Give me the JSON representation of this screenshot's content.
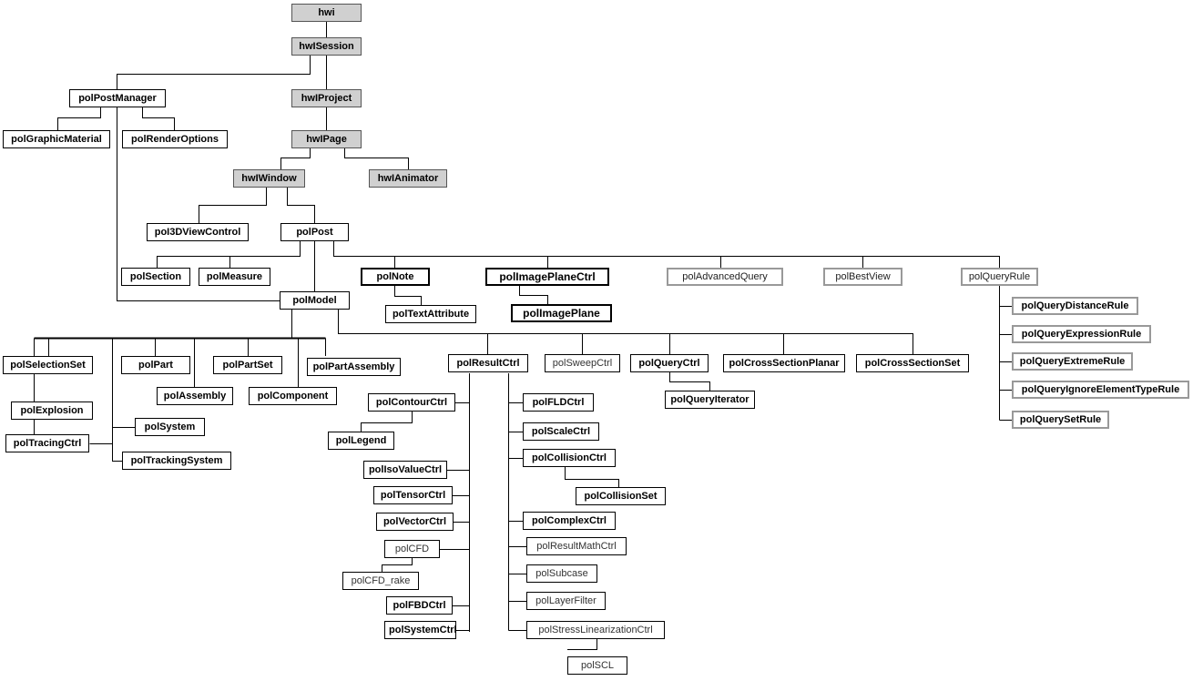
{
  "nodes": {
    "hwi": "hwi",
    "hwiSession": "hwISession",
    "polPostManager": "polPostManager",
    "hwiProject": "hwIProject",
    "polGraphicMaterial": "polGraphicMaterial",
    "polRenderOptions": "polRenderOptions",
    "hwiPage": "hwIPage",
    "hwiWindow": "hwIWindow",
    "hwiAnimator": "hwIAnimator",
    "pol3DViewControl": "poI3DViewControl",
    "polPost": "polPost",
    "polSection": "polSection",
    "polMeasure": "polMeasure",
    "polNote": "polNote",
    "polImagePlaneCtrl": "polImagePlaneCtrl",
    "polAdvancedQuery": "polAdvancedQuery",
    "polBestView": "polBestView",
    "polQueryRule": "polQueryRule",
    "polModel": "polModel",
    "polTextAttribute": "polTextAttribute",
    "polImagePlane": "polImagePlane",
    "polQueryDistanceRule": "polQueryDistanceRule",
    "polQueryExpressionRule": "polQueryExpressionRule",
    "polQueryExtremeRule": "polQueryExtremeRule",
    "polQueryIgnoreElementTypeRule": "polQueryIgnoreElementTypeRule",
    "polQuerySetRule": "polQuerySetRule",
    "polSelectionSet": "polSelectionSet",
    "polPart": "polPart",
    "polPartSet": "polPartSet",
    "polPartAssembly": "polPartAssembly",
    "polResultCtrl": "polResultCtrl",
    "polSweepCtrl": "polSweepCtrl",
    "polQueryCtrl": "polQueryCtrl",
    "polCrossSectionPlanar": "polCrossSectionPlanar",
    "polCrossSectionSet": "polCrossSectionSet",
    "polAssembly": "polAssembly",
    "polComponent": "polComponent",
    "polExplosion": "polExplosion",
    "polSystem": "polSystem",
    "polTracingCtrl": "polTracingCtrl",
    "polTrackingSystem": "polTrackingSystem",
    "polQueryIterator": "polQueryIterator",
    "polContourCtrl": "polContourCtrl",
    "polLegend": "polLegend",
    "polIsoValueCtrl": "polIsoValueCtrl",
    "polTensorCtrl": "polTensorCtrl",
    "polVectorCtrl": "polVectorCtrl",
    "polCFD": "polCFD",
    "polCFD_rake": "polCFD_rake",
    "polFBDCtrl": "polFBDCtrl",
    "polSystemCtrl": "polSystemCtrl",
    "polFLDCtrl": "polFLDCtrl",
    "polScaleCtrl": "polScaleCtrl",
    "polCollisionCtrl": "polCollisionCtrl",
    "polCollisionSet": "polCollisionSet",
    "polComplexCtrl": "polComplexCtrl",
    "polResultMathCtrl": "polResultMathCtrl",
    "polSubcase": "polSubcase",
    "polLayerFilter": "polLayerFilter",
    "polStressLinearizationCtrl": "polStressLinearizationCtrl",
    "polSCL": "polSCL"
  }
}
